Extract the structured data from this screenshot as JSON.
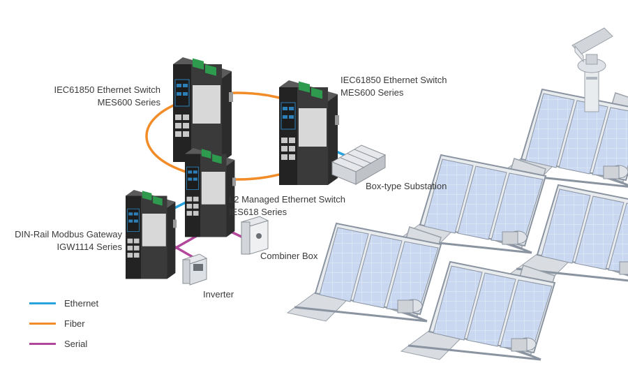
{
  "labels": {
    "mes600_left": {
      "line1": "IEC61850  Ethernet Switch",
      "line2": "MES600 Series"
    },
    "mes600_right": {
      "line1": "IEC61850  Ethernet Switch",
      "line2": "MES600 Series"
    },
    "ies618": {
      "line1": "L2 Managed Ethernet Switch",
      "line2": "IES618 Series"
    },
    "igw1114": {
      "line1": "DIN-Rail Modbus Gateway",
      "line2": "IGW1114 Series"
    },
    "substation": "Box-type Substation",
    "combiner": "Combiner Box",
    "inverter": "Inverter"
  },
  "legend": {
    "ethernet": {
      "label": "Ethernet",
      "color": "#29a3dd"
    },
    "fiber": {
      "label": "Fiber",
      "color": "#f28c28"
    },
    "serial": {
      "label": "Serial",
      "color": "#b2489b"
    }
  },
  "colors": {
    "panel_blue": "#c9d8f0",
    "panel_frame": "#8a93a0",
    "device_dark": "#3a3a3a",
    "device_green": "#2e9a4e",
    "device_silver": "#c8c8c8"
  }
}
